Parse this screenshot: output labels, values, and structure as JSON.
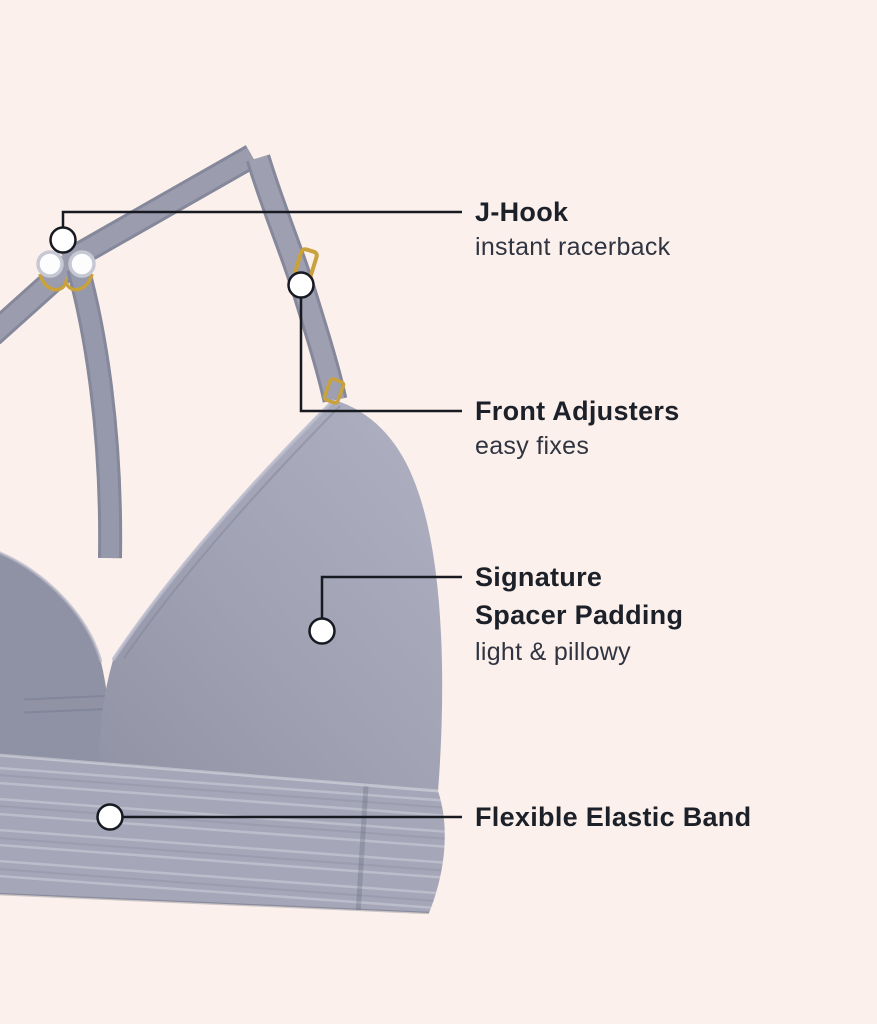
{
  "page": {
    "background_color": "#FBF0EC",
    "description": "Bra product feature callout diagram"
  },
  "callouts": [
    {
      "id": "j-hook",
      "title": "J-Hook",
      "subtitle": "instant racerback"
    },
    {
      "id": "front-adjusters",
      "title": "Front Adjusters",
      "subtitle": "easy fixes"
    },
    {
      "id": "signature-spacer-padding",
      "title_line1": "Signature",
      "title_line2": "Spacer Padding",
      "subtitle": "light & pillowy"
    },
    {
      "id": "flexible-elastic-band",
      "title": "Flexible Elastic Band"
    }
  ],
  "illustration": {
    "subject": "bra",
    "fabric_color": "#9B9DAF",
    "cup_highlight_color": "#AFB1C2",
    "band_color": "#A5A7B9",
    "hardware_color": "#C9A23C",
    "callout_line_color": "#171A21",
    "marker_fill": "#FFFFFF"
  }
}
